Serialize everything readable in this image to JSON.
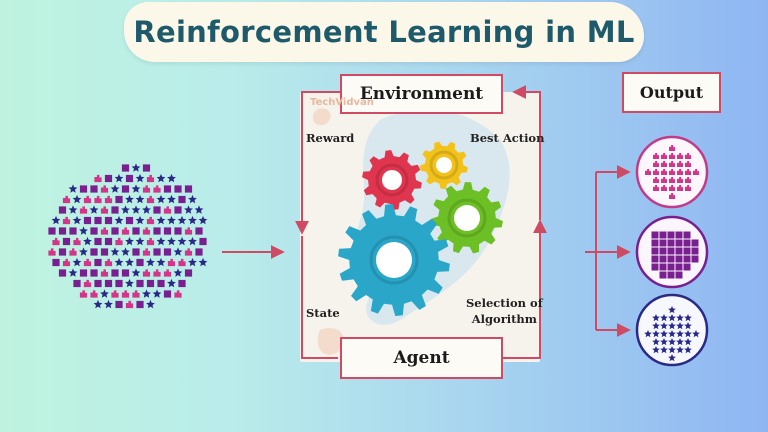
{
  "title": "Reinforcement Learning in ML",
  "environment_label": "Environment",
  "agent_label": "Agent",
  "output_label": "Output",
  "reward_label": "Reward",
  "best_action_label": "Best Action",
  "state_label": "State",
  "selection_label_line1": "Selection of",
  "selection_label_line2": "Algorithm",
  "watermark": "TechVidvan",
  "icons": [
    "gear-icon",
    "star-icon",
    "square-icon",
    "puzzle-piece-icon"
  ],
  "colors": {
    "title": "#1f5a6a",
    "arrow": "#d04a63",
    "gear_red": "#e0354f",
    "gear_yellow": "#f2c21b",
    "gear_green": "#6cbf25",
    "gear_blue": "#2aa6c9",
    "cluster_navy": "#2a2a86",
    "cluster_purple": "#7a1f8f",
    "cluster_pink": "#d4358a"
  }
}
